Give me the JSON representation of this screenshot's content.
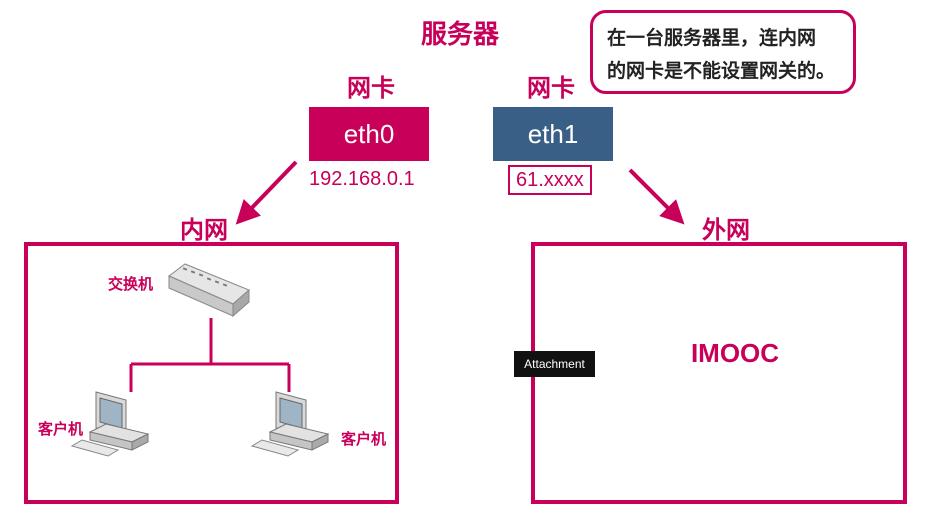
{
  "server": {
    "title": "服务器"
  },
  "note": {
    "line1": "在一台服务器里，连内网",
    "line2": "的网卡是不能设置网关的。"
  },
  "nics": [
    {
      "label": "网卡",
      "name": "eth0",
      "ip": "192.168.0.1",
      "color": "#c8005a"
    },
    {
      "label": "网卡",
      "name": "eth1",
      "ip": "61.xxxx",
      "color": "#3a5f86"
    }
  ],
  "lan": {
    "label": "内网",
    "switch_label": "交换机",
    "client_left_label": "客户机",
    "client_right_label": "客户机"
  },
  "wan": {
    "label": "外网",
    "name": "IMOOC"
  },
  "tooltip": {
    "text": "Attachment"
  },
  "colors": {
    "accent": "#c8005a",
    "nic2": "#3a5f86"
  }
}
